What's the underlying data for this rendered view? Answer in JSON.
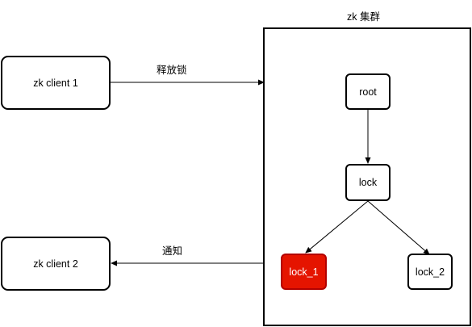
{
  "cluster": {
    "title": "zk 集群"
  },
  "clients": {
    "client1": "zk client 1",
    "client2": "zk client 2"
  },
  "znodes": {
    "root": "root",
    "lock": "lock",
    "lock_1": "lock_1",
    "lock_2": "lock_2"
  },
  "edges": {
    "release_lock": "释放锁",
    "notify": "通知"
  },
  "colors": {
    "highlight_fill": "#e51400",
    "highlight_border": "#b20000"
  }
}
